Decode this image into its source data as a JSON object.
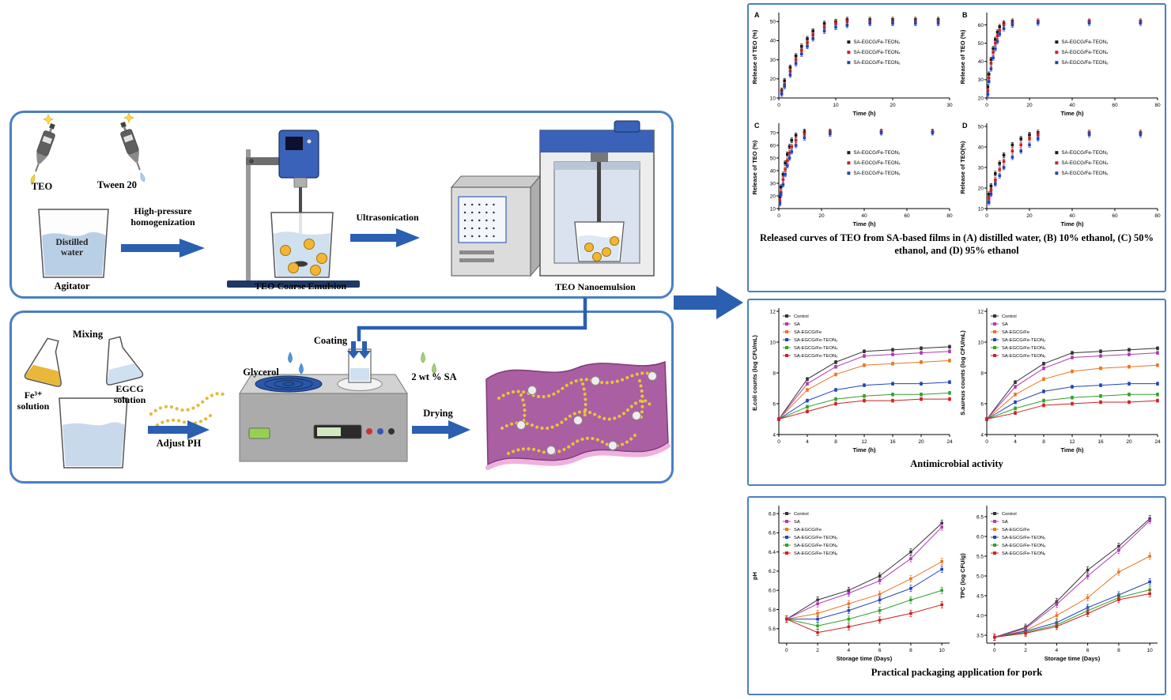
{
  "figure": {
    "process": {
      "teo": "TEO",
      "tween20": "Tween 20",
      "distilled_water": "Distilled water",
      "agitator": "Agitator",
      "high_pressure": "High-pressure homogenization",
      "ultrasonication": "Ultrasonication",
      "coarse_emulsion": "TEO Coarse Emulsion",
      "nanoemulsion": "TEO Nanoemulsion",
      "mixing": "Mixing",
      "fe_solution": "Fe³⁺ solution",
      "egcg_solution": "EGCG solution",
      "adjust_ph": "Adjust PH",
      "glycerol": "Glycerol",
      "coating": "Coating",
      "sa": "2 wt % SA",
      "drying": "Drying"
    },
    "captions": {
      "release": "Released curves of TEO from SA-based films in (A) distilled water, (B) 10% ethanol, (C) 50% ethanol, and (D) 95% ethanol",
      "antimicrobial": "Antimicrobial activity",
      "packaging": "Practical packaging application for pork"
    },
    "colors": {
      "panel_border": "#4a7fc5",
      "arrow": "#2b5fb0",
      "film": "#aa5fa3"
    }
  },
  "chart_data": [
    {
      "id": "release-A",
      "type": "scatter",
      "panel_label": "A",
      "xlabel": "Time (h)",
      "ylabel": "Release of TEO (%)",
      "xlim": [
        0,
        30
      ],
      "ylim": [
        10,
        53
      ],
      "xticks": [
        0,
        10,
        20,
        30
      ],
      "yticks": [
        10,
        20,
        30,
        40,
        50
      ],
      "x": [
        0.5,
        1,
        2,
        3,
        4,
        5,
        6,
        8,
        10,
        12,
        16,
        20,
        24,
        28
      ],
      "err": 3,
      "legend_pos": "right",
      "series": [
        {
          "name": "SA-EGCG/Fe-TEON₂",
          "color": "#1a1a1a",
          "values": [
            14,
            19,
            26,
            32,
            37,
            41,
            45,
            49,
            50,
            51,
            51,
            51,
            51,
            51
          ]
        },
        {
          "name": "SA-EGCG/Fe-TEON₄",
          "color": "#cc2222",
          "values": [
            13,
            17,
            24,
            30,
            35,
            39,
            43,
            47,
            49,
            50,
            50,
            50,
            50,
            50
          ]
        },
        {
          "name": "SA-EGCG/Fe-TEON₆",
          "color": "#2244bb",
          "values": [
            12,
            16,
            22,
            28,
            33,
            37,
            41,
            45,
            47,
            48,
            49,
            49,
            49,
            49
          ]
        }
      ]
    },
    {
      "id": "release-B",
      "type": "scatter",
      "panel_label": "B",
      "xlabel": "Time (h)",
      "ylabel": "Release of TEO (%)",
      "xlim": [
        0,
        80
      ],
      "ylim": [
        20,
        65
      ],
      "xticks": [
        0,
        20,
        40,
        60,
        80
      ],
      "yticks": [
        20,
        30,
        40,
        50,
        60
      ],
      "x": [
        0.5,
        1,
        2,
        3,
        4,
        5,
        6,
        8,
        12,
        24,
        48,
        72
      ],
      "err": 3,
      "legend_pos": "right",
      "series": [
        {
          "name": "SA-EGCG/Fe-TEON₂",
          "color": "#1a1a1a",
          "values": [
            26,
            33,
            41,
            47,
            52,
            56,
            59,
            61,
            62,
            62,
            62,
            62
          ]
        },
        {
          "name": "SA-EGCG/Fe-TEON₄",
          "color": "#cc2222",
          "values": [
            24,
            31,
            39,
            45,
            50,
            54,
            57,
            60,
            61,
            62,
            62,
            62
          ]
        },
        {
          "name": "SA-EGCG/Fe-TEON₆",
          "color": "#2244bb",
          "values": [
            22,
            29,
            36,
            42,
            47,
            51,
            55,
            58,
            60,
            61,
            61,
            61
          ]
        }
      ]
    },
    {
      "id": "release-C",
      "type": "scatter",
      "panel_label": "C",
      "xlabel": "Time (h)",
      "ylabel": "Release of TEO (%)",
      "xlim": [
        0,
        80
      ],
      "ylim": [
        10,
        75
      ],
      "xticks": [
        0,
        20,
        40,
        60,
        80
      ],
      "yticks": [
        10,
        20,
        30,
        40,
        50,
        60,
        70
      ],
      "x": [
        0.5,
        1,
        2,
        3,
        4,
        5,
        6,
        8,
        12,
        24,
        48,
        72
      ],
      "err": 3,
      "legend_pos": "right",
      "series": [
        {
          "name": "SA-EGCG/Fe-TEON₂",
          "color": "#1a1a1a",
          "values": [
            19,
            27,
            37,
            46,
            53,
            59,
            64,
            68,
            71,
            71,
            71,
            71
          ]
        },
        {
          "name": "SA-EGCG/Fe-TEON₄",
          "color": "#cc2222",
          "values": [
            16,
            23,
            33,
            41,
            48,
            54,
            59,
            64,
            69,
            70,
            71,
            71
          ]
        },
        {
          "name": "SA-EGCG/Fe-TEON₆",
          "color": "#2244bb",
          "values": [
            14,
            21,
            29,
            37,
            44,
            50,
            55,
            60,
            66,
            69,
            70,
            70
          ]
        }
      ]
    },
    {
      "id": "release-D",
      "type": "scatter",
      "panel_label": "D",
      "xlabel": "Time (h)",
      "ylabel": "Release of TEO(%)",
      "xlim": [
        0,
        80
      ],
      "ylim": [
        10,
        50
      ],
      "xticks": [
        0,
        20,
        40,
        60,
        80
      ],
      "yticks": [
        10,
        20,
        30,
        40,
        50
      ],
      "x": [
        1,
        2,
        4,
        6,
        8,
        12,
        16,
        20,
        24,
        48,
        72
      ],
      "err": 3,
      "legend_pos": "right",
      "series": [
        {
          "name": "SA-EGCG/Fe-TEON₂",
          "color": "#1a1a1a",
          "values": [
            17,
            21,
            27,
            32,
            36,
            41,
            44,
            46,
            47,
            47,
            47
          ]
        },
        {
          "name": "SA-EGCG/Fe-TEON₄",
          "color": "#cc2222",
          "values": [
            15,
            19,
            24,
            29,
            33,
            38,
            41,
            44,
            46,
            47,
            47
          ]
        },
        {
          "name": "SA-EGCG/Fe-TEON₆",
          "color": "#2244bb",
          "values": [
            13,
            17,
            22,
            26,
            30,
            35,
            38,
            41,
            44,
            46,
            46
          ]
        }
      ]
    },
    {
      "id": "ecoli",
      "type": "line",
      "xlabel": "Time (h)",
      "ylabel": "E.coli counts (log CFU/mL)",
      "xlim": [
        0,
        24
      ],
      "ylim": [
        4,
        12
      ],
      "xticks": [
        0,
        4,
        8,
        12,
        16,
        20,
        24
      ],
      "yticks": [
        4,
        6,
        8,
        10,
        12
      ],
      "x": [
        0,
        4,
        8,
        12,
        16,
        20,
        24
      ],
      "err": 2,
      "legend_pos": "topleft",
      "series": [
        {
          "name": "Control",
          "color": "#333333",
          "values": [
            5,
            7.6,
            8.7,
            9.4,
            9.5,
            9.6,
            9.7
          ]
        },
        {
          "name": "SA",
          "color": "#b03ab0",
          "values": [
            5,
            7.3,
            8.4,
            9.1,
            9.2,
            9.3,
            9.4
          ]
        },
        {
          "name": "SA-EGCG/Fe",
          "color": "#e87722",
          "values": [
            5,
            6.9,
            7.9,
            8.5,
            8.6,
            8.7,
            8.8
          ]
        },
        {
          "name": "SA-EGCG/Fe-TEON₂",
          "color": "#2244bb",
          "values": [
            5,
            6.2,
            6.9,
            7.2,
            7.3,
            7.3,
            7.4
          ]
        },
        {
          "name": "SA-EGCG/Fe-TEON₄",
          "color": "#33a02c",
          "values": [
            5,
            5.8,
            6.3,
            6.5,
            6.6,
            6.6,
            6.7
          ]
        },
        {
          "name": "SA-EGCG/Fe-TEON₆",
          "color": "#cc2222",
          "values": [
            5,
            5.5,
            6.0,
            6.2,
            6.2,
            6.3,
            6.3
          ]
        }
      ]
    },
    {
      "id": "saureus",
      "type": "line",
      "xlabel": "Time (h)",
      "ylabel": "S.aureus counts (log CFU/mL)",
      "xlim": [
        0,
        24
      ],
      "ylim": [
        4,
        12
      ],
      "xticks": [
        0,
        4,
        8,
        12,
        16,
        20,
        24
      ],
      "yticks": [
        4,
        6,
        8,
        10,
        12
      ],
      "x": [
        0,
        4,
        8,
        12,
        16,
        20,
        24
      ],
      "err": 2,
      "legend_pos": "topleft",
      "series": [
        {
          "name": "Control",
          "color": "#333333",
          "values": [
            5,
            7.4,
            8.6,
            9.3,
            9.4,
            9.5,
            9.6
          ]
        },
        {
          "name": "SA",
          "color": "#b03ab0",
          "values": [
            5,
            7.1,
            8.3,
            9.0,
            9.1,
            9.2,
            9.3
          ]
        },
        {
          "name": "SA-EGCG/Fe",
          "color": "#e87722",
          "values": [
            5,
            6.6,
            7.6,
            8.1,
            8.3,
            8.4,
            8.5
          ]
        },
        {
          "name": "SA-EGCG/Fe-TEON₂",
          "color": "#2244bb",
          "values": [
            5,
            6.1,
            6.8,
            7.1,
            7.2,
            7.3,
            7.3
          ]
        },
        {
          "name": "SA-EGCG/Fe-TEON₄",
          "color": "#33a02c",
          "values": [
            5,
            5.7,
            6.2,
            6.4,
            6.5,
            6.6,
            6.6
          ]
        },
        {
          "name": "SA-EGCG/Fe-TEON₆",
          "color": "#cc2222",
          "values": [
            5,
            5.4,
            5.9,
            6.0,
            6.1,
            6.1,
            6.2
          ]
        }
      ]
    },
    {
      "id": "ph",
      "type": "line",
      "xlabel": "Storage time (Days)",
      "ylabel": "pH",
      "xlim": [
        -0.5,
        10.5
      ],
      "ylim": [
        5.45,
        6.85
      ],
      "xticks": [
        0,
        2,
        4,
        6,
        8,
        10
      ],
      "yticks": [
        5.6,
        5.8,
        6.0,
        6.2,
        6.4,
        6.6,
        6.8
      ],
      "ytick_labels": [
        "5.6",
        "5.8",
        "6.0",
        "6.2",
        "6.4",
        "6.6",
        "6.8"
      ],
      "x": [
        0,
        2,
        4,
        6,
        8,
        10
      ],
      "err": 4,
      "legend_pos": "topleft",
      "series": [
        {
          "name": "Control",
          "color": "#333333",
          "values": [
            5.7,
            5.9,
            6.0,
            6.15,
            6.4,
            6.7
          ]
        },
        {
          "name": "SA",
          "color": "#b03ab0",
          "values": [
            5.7,
            5.86,
            5.97,
            6.1,
            6.33,
            6.66
          ]
        },
        {
          "name": "SA-EGCG/Fe",
          "color": "#e87722",
          "values": [
            5.7,
            5.76,
            5.86,
            5.96,
            6.12,
            6.3
          ]
        },
        {
          "name": "SA-EGCG/Fe-TEON₂",
          "color": "#2244bb",
          "values": [
            5.7,
            5.7,
            5.79,
            5.9,
            6.02,
            6.22
          ]
        },
        {
          "name": "SA-EGCG/Fe-TEON₄",
          "color": "#33a02c",
          "values": [
            5.7,
            5.63,
            5.7,
            5.79,
            5.9,
            6.0
          ]
        },
        {
          "name": "SA-EGCG/Fe-TEON₆",
          "color": "#cc2222",
          "values": [
            5.7,
            5.56,
            5.62,
            5.69,
            5.76,
            5.85
          ]
        }
      ]
    },
    {
      "id": "tpc",
      "type": "line",
      "xlabel": "Storage time (Days)",
      "ylabel": "TPC (log CFU/g)",
      "xlim": [
        -0.5,
        10.5
      ],
      "ylim": [
        3.3,
        6.7
      ],
      "xticks": [
        0,
        2,
        4,
        6,
        8,
        10
      ],
      "yticks": [
        3.5,
        4.0,
        4.5,
        5.0,
        5.5,
        6.0,
        6.5
      ],
      "ytick_labels": [
        "3.5",
        "4.0",
        "4.5",
        "5.0",
        "5.5",
        "6.0",
        "6.5"
      ],
      "x": [
        0,
        2,
        4,
        6,
        8,
        10
      ],
      "err": 4,
      "legend_pos": "topleft",
      "series": [
        {
          "name": "Control",
          "color": "#333333",
          "values": [
            3.45,
            3.7,
            4.35,
            5.15,
            5.75,
            6.45
          ]
        },
        {
          "name": "SA",
          "color": "#b03ab0",
          "values": [
            3.45,
            3.67,
            4.28,
            5.0,
            5.65,
            6.4
          ]
        },
        {
          "name": "SA-EGCG/Fe",
          "color": "#e87722",
          "values": [
            3.45,
            3.62,
            4.0,
            4.45,
            5.1,
            5.5
          ]
        },
        {
          "name": "SA-EGCG/Fe-TEON₂",
          "color": "#2244bb",
          "values": [
            3.45,
            3.6,
            3.82,
            4.2,
            4.52,
            4.85
          ]
        },
        {
          "name": "SA-EGCG/Fe-TEON₄",
          "color": "#33a02c",
          "values": [
            3.45,
            3.57,
            3.76,
            4.12,
            4.45,
            4.65
          ]
        },
        {
          "name": "SA-EGCG/Fe-TEON₆",
          "color": "#cc2222",
          "values": [
            3.45,
            3.55,
            3.72,
            4.05,
            4.4,
            4.55
          ]
        }
      ]
    }
  ]
}
